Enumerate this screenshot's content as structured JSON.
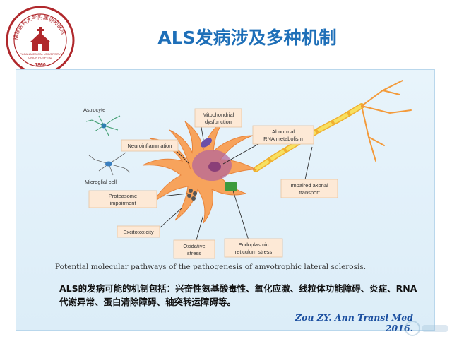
{
  "slide_title": "ALS发病涉及多种机制",
  "logo": {
    "top_text": "福建医科大学附属协和医院",
    "english1": "FUJIAN MEDICAL UNIVERSITY",
    "english2": "UNION HOSPITAL",
    "year": "1860"
  },
  "diagram": {
    "labels": {
      "astrocyte": "Astrocyte",
      "microglial": "Microglial cell",
      "neuroinflammation": "Neuroinflammation",
      "mito_line1": "Mitochondrial",
      "mito_line2": "dysfunction",
      "rna_line1": "Abnormal",
      "rna_line2": "RNA metabolism",
      "proteasome_line1": "Proteasome",
      "proteasome_line2": "impairment",
      "excitotoxicity": "Excitotoxicity",
      "oxidative_line1": "Oxidative",
      "oxidative_line2": "stress",
      "er_line1": "Endoplasmic",
      "er_line2": "reticulum stress",
      "axonal_line1": "Impaired axonal",
      "axonal_line2": "transport"
    },
    "caption": "Potential molecular pathways of the pathogenesis of amyotrophic lateral sclerosis."
  },
  "summary_text": "ALS的发病可能的机制包括：兴奋性氨基酸毒性、氧化应激、线粒体功能障碍、炎症、RNA代谢异常、蛋白清除障碍、轴突转运障碍等。",
  "citation": "Zou ZY. Ann Transl Med 2016.",
  "colors": {
    "title": "#1e6fb8",
    "neuron": "#f7a35c",
    "axon": "#f5d547",
    "panel": "#e3f1fa",
    "citation": "#1b4fa0"
  }
}
